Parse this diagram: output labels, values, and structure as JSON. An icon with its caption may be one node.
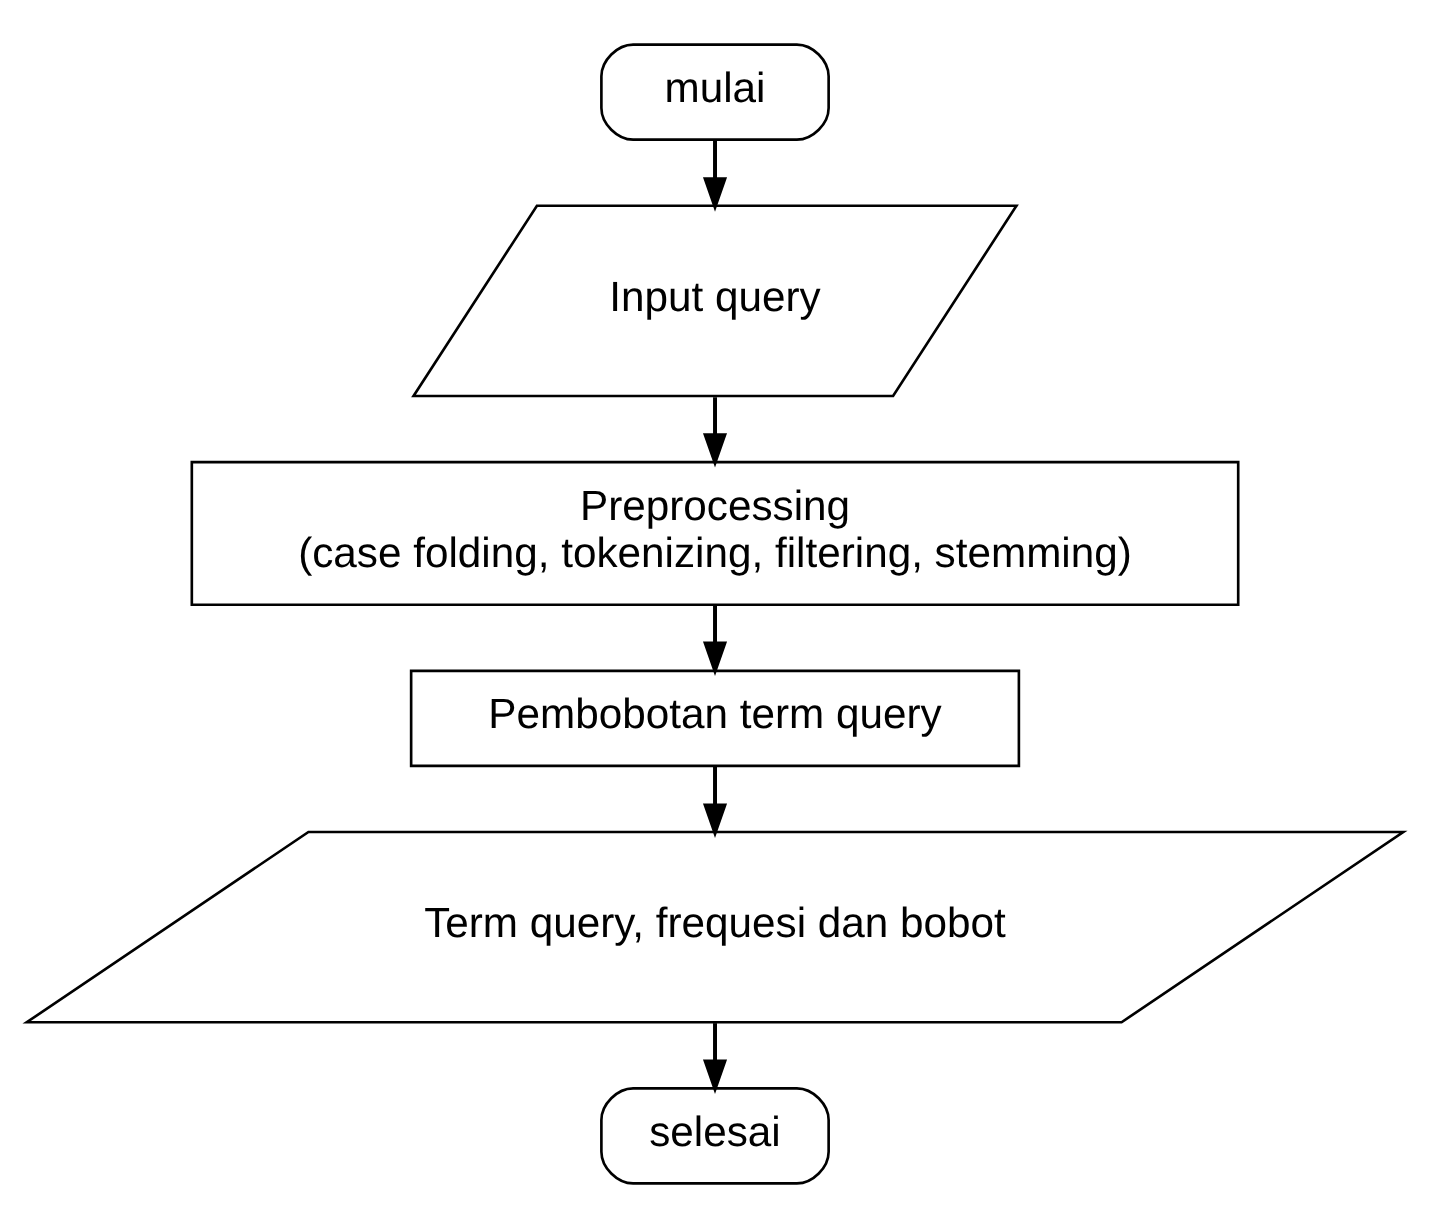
{
  "diagram": {
    "nodes": [
      {
        "text": [
          "mulai"
        ]
      },
      {
        "text": [
          "Input query"
        ]
      },
      {
        "text": [
          "Preprocessing",
          "(case folding, tokenizing, filtering, stemming)"
        ]
      },
      {
        "text": [
          "Pembobotan term query"
        ]
      },
      {
        "text": [
          "Term query, frequesi dan bobot"
        ]
      },
      {
        "text": [
          "selesai"
        ]
      }
    ],
    "edges": [
      {
        "from": 0,
        "to": 1,
        "arrow": "to"
      },
      {
        "from": 1,
        "to": 2,
        "arrow": "to"
      },
      {
        "from": 2,
        "to": 3,
        "arrow": "to"
      },
      {
        "from": 3,
        "to": 4,
        "arrow": "to"
      },
      {
        "from": 4,
        "to": 5,
        "arrow": "to"
      }
    ]
  }
}
